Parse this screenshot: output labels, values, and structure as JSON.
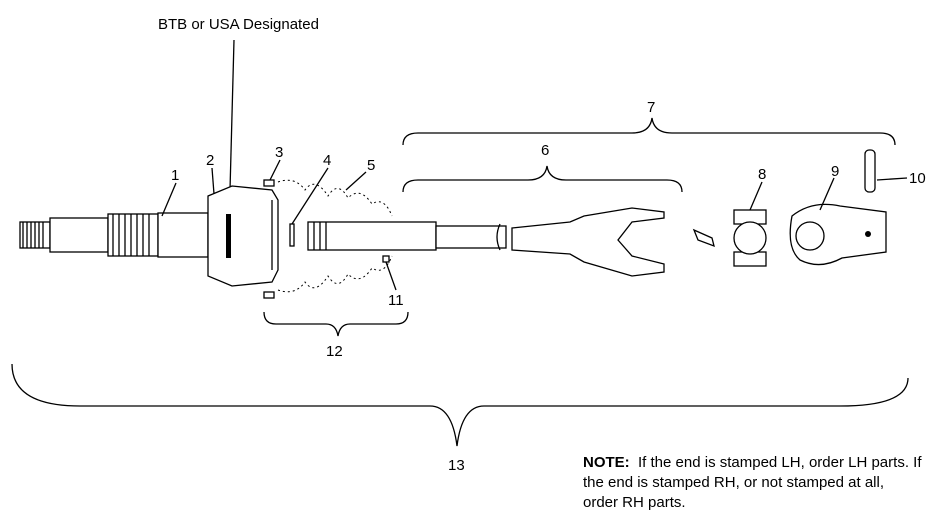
{
  "title": "BTB or USA Designated",
  "callouts": [
    "1",
    "2",
    "3",
    "4",
    "5",
    "6",
    "7",
    "8",
    "9",
    "10",
    "11",
    "12",
    "13"
  ],
  "note": {
    "label": "NOTE:",
    "text": "If the end is stamped LH, order LH parts.  If the end is stamped RH, or not stamped at all, order RH parts."
  }
}
